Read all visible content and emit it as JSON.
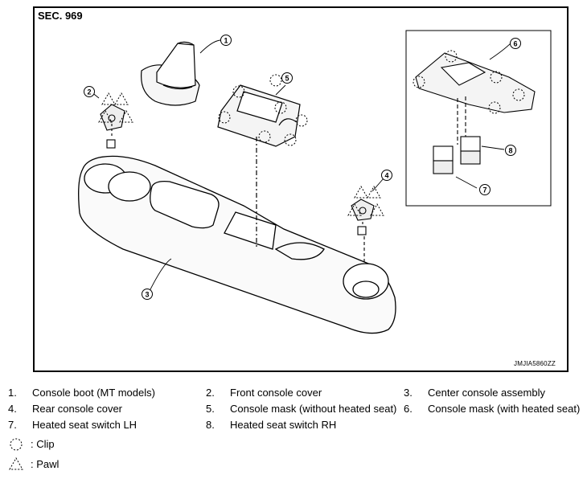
{
  "figure": {
    "section": "SEC. 969",
    "image_code": "JMJIA5860ZZ",
    "callouts": [
      "1",
      "2",
      "3",
      "4",
      "5",
      "6",
      "7",
      "8"
    ]
  },
  "legend": {
    "items": [
      {
        "num": "1.",
        "label": "Console boot (MT models)"
      },
      {
        "num": "2.",
        "label": "Front console cover"
      },
      {
        "num": "3.",
        "label": "Center console assembly"
      },
      {
        "num": "4.",
        "label": "Rear console cover"
      },
      {
        "num": "5.",
        "label": "Console mask (without heated seat)"
      },
      {
        "num": "6.",
        "label": "Console mask (with heated seat)"
      },
      {
        "num": "7.",
        "label": "Heated seat switch LH"
      },
      {
        "num": "8.",
        "label": "Heated seat switch RH"
      }
    ],
    "symbols": [
      {
        "icon": "clip-icon",
        "label": ": Clip"
      },
      {
        "icon": "pawl-icon",
        "label": ": Pawl"
      }
    ]
  }
}
